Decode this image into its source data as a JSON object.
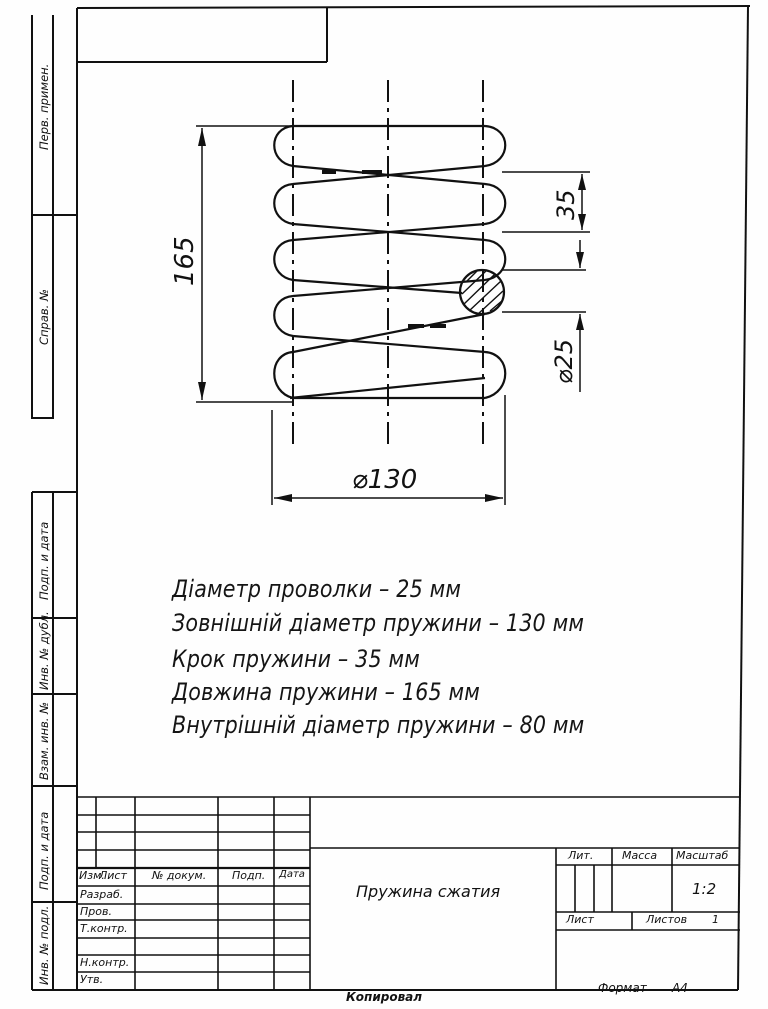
{
  "dimensions": {
    "free_length": "165",
    "pitch": "35",
    "wire_diameter": "⌀25",
    "outer_diameter": "⌀130"
  },
  "specs": [
    "Діаметр проволки – 25 мм",
    "Зовнішній діаметр пружини – 130 мм",
    "Крок пружини – 35 мм",
    "Довжина пружини – 165 мм",
    "Внутрішній діаметр пружини – 80 мм"
  ],
  "left_margin": {
    "perv_primen": "Перв. примен.",
    "sprav_no": "Справ. №",
    "podp_data_1": "Подп. и дата",
    "inv_dubl": "Инв. № дубл.",
    "vzam_inv": "Взам. инв. №",
    "podp_data_2": "Подп. и дата",
    "inv_podl": "Инв. № подл."
  },
  "title_block": {
    "col_izm": "Изм.",
    "col_list": "Лист",
    "col_dokum": "№ докум.",
    "col_podp": "Подп.",
    "col_data": "Дата",
    "row_razrab": "Разраб.",
    "row_prov": "Пров.",
    "row_tkontr": "Т.контр.",
    "row_nkontr": "Н.контр.",
    "row_utv": "Утв.",
    "designation": "Пружина сжатия",
    "lit": "Лит.",
    "massa": "Масса",
    "masshtab": "Масштаб",
    "scale_value": "1:2",
    "list": "Лист",
    "listov": "Листов",
    "listov_value": "1"
  },
  "footer": {
    "kopiroval": "Копировал",
    "format": "Формат",
    "format_value": "A4"
  }
}
